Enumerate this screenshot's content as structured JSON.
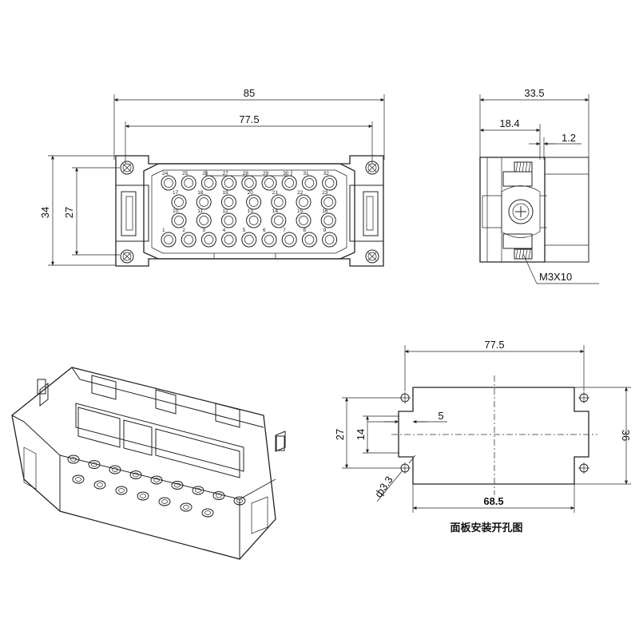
{
  "front_view": {
    "dims": {
      "overall_width": "85",
      "inner_width": "77.5",
      "height_outer": "34",
      "height_inner": "27"
    },
    "pin_rows": [
      [
        "24",
        "25",
        "26",
        "27",
        "28",
        "29",
        "30",
        "31",
        "32"
      ],
      [
        "17",
        "18",
        "19",
        "20",
        "21",
        "22",
        "23"
      ],
      [
        "10",
        "11",
        "12",
        "13",
        "14",
        "15",
        "16"
      ],
      [
        "1",
        "2",
        "3",
        "4",
        "5",
        "6",
        "7",
        "8",
        "9"
      ]
    ]
  },
  "side_view": {
    "dims": {
      "depth": "33.5",
      "offset": "18.4",
      "thickness": "1.2"
    },
    "screw_label": "M3X10"
  },
  "panel_cutout": {
    "dims": {
      "hole_spacing": "77.5",
      "small_offset": "5",
      "height_27": "27",
      "height_14": "14",
      "height_36": "36",
      "width_68_5": "68.5",
      "hole_dia": "ф3.3"
    },
    "caption": "面板安装开孔图"
  }
}
